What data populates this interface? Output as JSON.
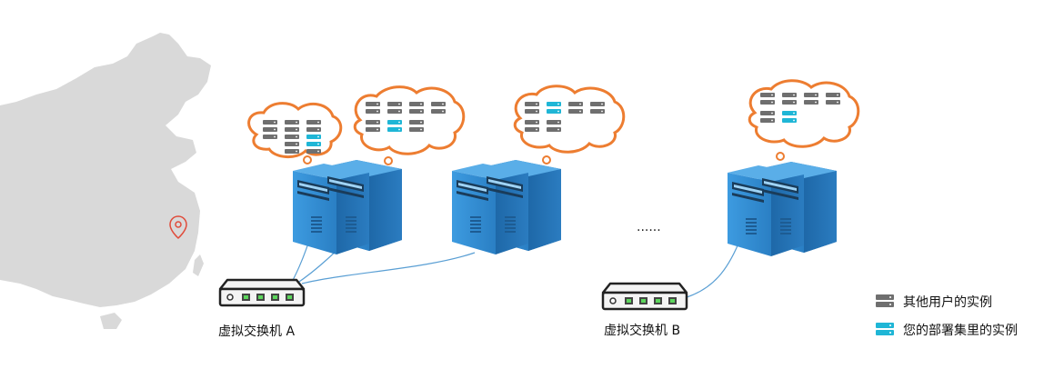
{
  "switch_a_label": "虚拟交换机 A",
  "switch_b_label": "虚拟交换机 B",
  "ellipsis": "......",
  "legend": {
    "other_users": "其他用户的实例",
    "your_deployment": "您的部署集里的实例"
  },
  "colors": {
    "map": "#d9d9d9",
    "cloud_outline": "#ed7d31",
    "instance_other": "#6f6f6f",
    "instance_yours": "#1fb6d6",
    "server": "#2f86c8",
    "link": "#5a9fd4",
    "location_pin": "#e04b3a"
  },
  "icons": [
    "map-china",
    "location-pin-icon",
    "server-icon",
    "network-switch-icon",
    "instance-icon"
  ]
}
